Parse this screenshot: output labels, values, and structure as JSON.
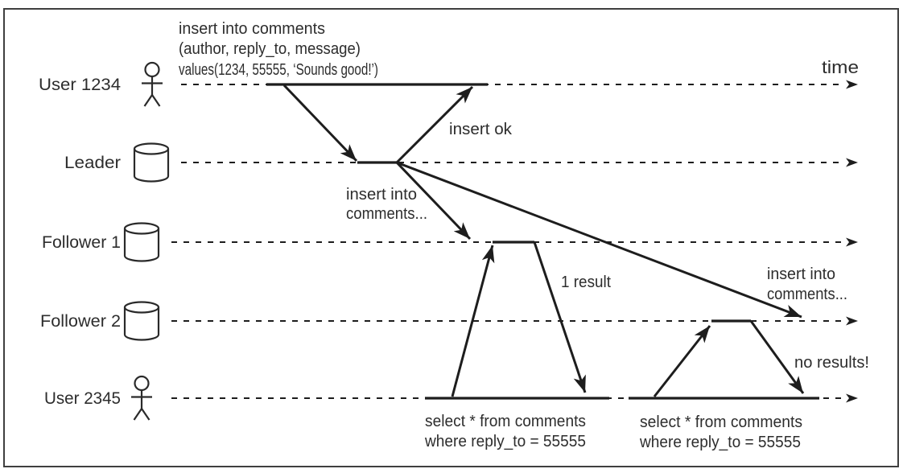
{
  "canvas": {
    "background": "#ffffff",
    "line_color": "#1d1d1d",
    "text_color": "#2d2d2d",
    "border_color": "#3f3f3f"
  },
  "time_label": "time",
  "actors": [
    {
      "label": "User 1234",
      "icon": "person"
    },
    {
      "label": "Leader",
      "icon": "database"
    },
    {
      "label": "Follower 1",
      "icon": "database"
    },
    {
      "label": "Follower 2",
      "icon": "database"
    },
    {
      "label": "User 2345",
      "icon": "person"
    }
  ],
  "messages": {
    "insert_statement": {
      "lines": [
        "insert into comments",
        "(author, reply_to, message)",
        "values(1234, 55555, ‘Sounds good!’)"
      ]
    },
    "insert_ok": {
      "label": "insert ok"
    },
    "replicate_to_follower1": {
      "lines": [
        "insert into",
        "comments..."
      ]
    },
    "replicate_to_follower2": {
      "lines": [
        "insert into",
        "comments..."
      ]
    },
    "query_follower1": {
      "lines": [
        "select * from comments",
        "where reply_to = 55555"
      ],
      "result": "1 result"
    },
    "query_follower2": {
      "lines": [
        "select * from comments",
        "where reply_to = 55555"
      ],
      "result": "no results!"
    }
  }
}
